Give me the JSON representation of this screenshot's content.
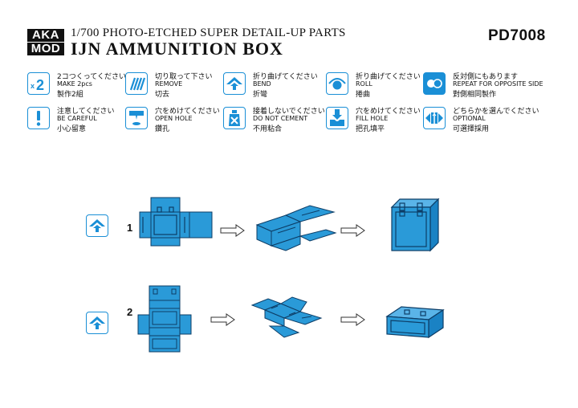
{
  "header": {
    "logo_top": "AKA",
    "logo_bottom": "MOD",
    "subtitle": "1/700 PHOTO-ETCHED SUPER DETAIL-UP PARTS",
    "title": "IJN AMMUNITION BOX",
    "code": "PD7008"
  },
  "legend": [
    {
      "icon": "x2-icon",
      "jp": "2コつくってください",
      "en": "MAKE 2pcs",
      "zh": "製作2組"
    },
    {
      "icon": "cut-icon",
      "jp": "切り取って下さい",
      "en": "REMOVE",
      "zh": "切去"
    },
    {
      "icon": "bend-icon",
      "jp": "折り曲げてください",
      "en": "BEND",
      "zh": "折彎"
    },
    {
      "icon": "roll-icon",
      "jp": "折り曲げてください",
      "en": "ROLL",
      "zh": "捲曲"
    },
    {
      "icon": "repeat-icon",
      "jp": "反対側にもあります",
      "en": "REPEAT FOR OPPOSITE SIDE",
      "zh": "對側相同製作"
    },
    {
      "icon": "exclamation-icon",
      "jp": "注意してください",
      "en": "BE CAREFUL",
      "zh": "小心留意"
    },
    {
      "icon": "drill-icon",
      "jp": "穴をめけてください",
      "en": "OPEN  HOLE",
      "zh": "鑽孔"
    },
    {
      "icon": "no-cement-icon",
      "jp": "接着しないでください",
      "en": "DO NOT CEMENT",
      "zh": "不用粘合"
    },
    {
      "icon": "fill-hole-icon",
      "jp": "穴をめけてください",
      "en": "FILL HOLE",
      "zh": "把孔填平"
    },
    {
      "icon": "optional-icon",
      "jp": "どちらかを選んでください",
      "en": "OPTIONAL",
      "zh": "可選擇採用"
    }
  ],
  "steps": [
    {
      "number": "1",
      "icon": "bend-icon"
    },
    {
      "number": "2",
      "icon": "bend-icon"
    }
  ],
  "colors": {
    "accent": "#1a8fd6",
    "part_fill": "#2a9ad8",
    "part_dark": "#0d3d66"
  }
}
